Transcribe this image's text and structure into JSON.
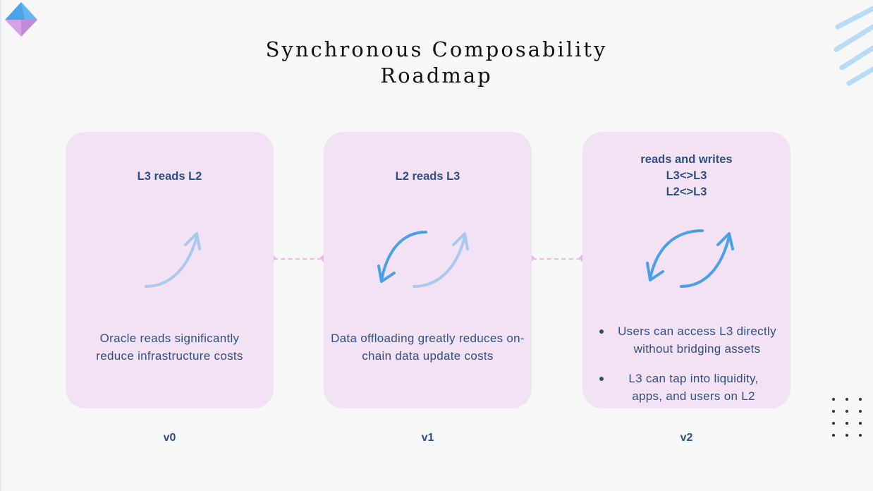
{
  "title_line1": "Synchronous Composability",
  "title_line2": "Roadmap",
  "colors": {
    "card": "#f3e1f4",
    "text": "#2d4f84",
    "arrow_dark": "#4aa0e6",
    "arrow_light": "#a9c9f0",
    "connector": "#eab8ea"
  },
  "stages": [
    {
      "version": "v0",
      "heading": "L3 reads L2",
      "description": "Oracle reads significantly reduce infrastructure costs",
      "icon": "curved-arrow-up-icon"
    },
    {
      "version": "v1",
      "heading": "L2 reads L3",
      "description": "Data offloading greatly reduces on-chain data update costs",
      "icon": "cycle-arrows-icon"
    },
    {
      "version": "v2",
      "heading_lines": [
        "reads and writes",
        "L3<>L3",
        "L2<>L3"
      ],
      "bullets": [
        "Users can access L3 directly without bridging assets",
        "L3 can tap into liquidity, apps, and users on L2"
      ],
      "icon": "cycle-arrows-icon"
    }
  ]
}
